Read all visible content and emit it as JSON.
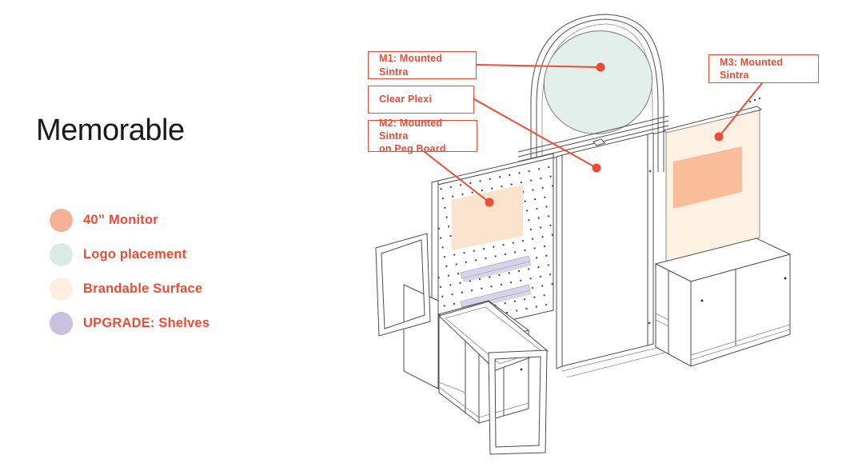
{
  "page": {
    "background": "#ffffff",
    "accent": "#ee4b35"
  },
  "title": "Memorable",
  "legend": {
    "items": [
      {
        "label": "40” Monitor",
        "color": "#f3b295"
      },
      {
        "label": "Logo placement",
        "color": "#daeae4"
      },
      {
        "label": "Brandable Surface",
        "color": "#fdeedd"
      },
      {
        "label": "UPGRADE: Shelves",
        "color": "#c7c1df"
      }
    ]
  },
  "callouts": [
    {
      "label": "M1: Mounted Sintra"
    },
    {
      "label": "Clear Plexi"
    },
    {
      "label": "M2: Mounted Sintra\non Peg Board"
    },
    {
      "label": "M3: Mounted Sintra"
    }
  ],
  "illustration": {
    "colors": {
      "logo_circle": "#e3efeb",
      "monitor": "#f9bd9c",
      "brandable_surface": "#fae4cd",
      "right_panel": "#fdf1e4",
      "shelf": "#d7d3e9",
      "shelf_shadow": "#b9b4cc",
      "outline": "#4d4d4d"
    }
  }
}
